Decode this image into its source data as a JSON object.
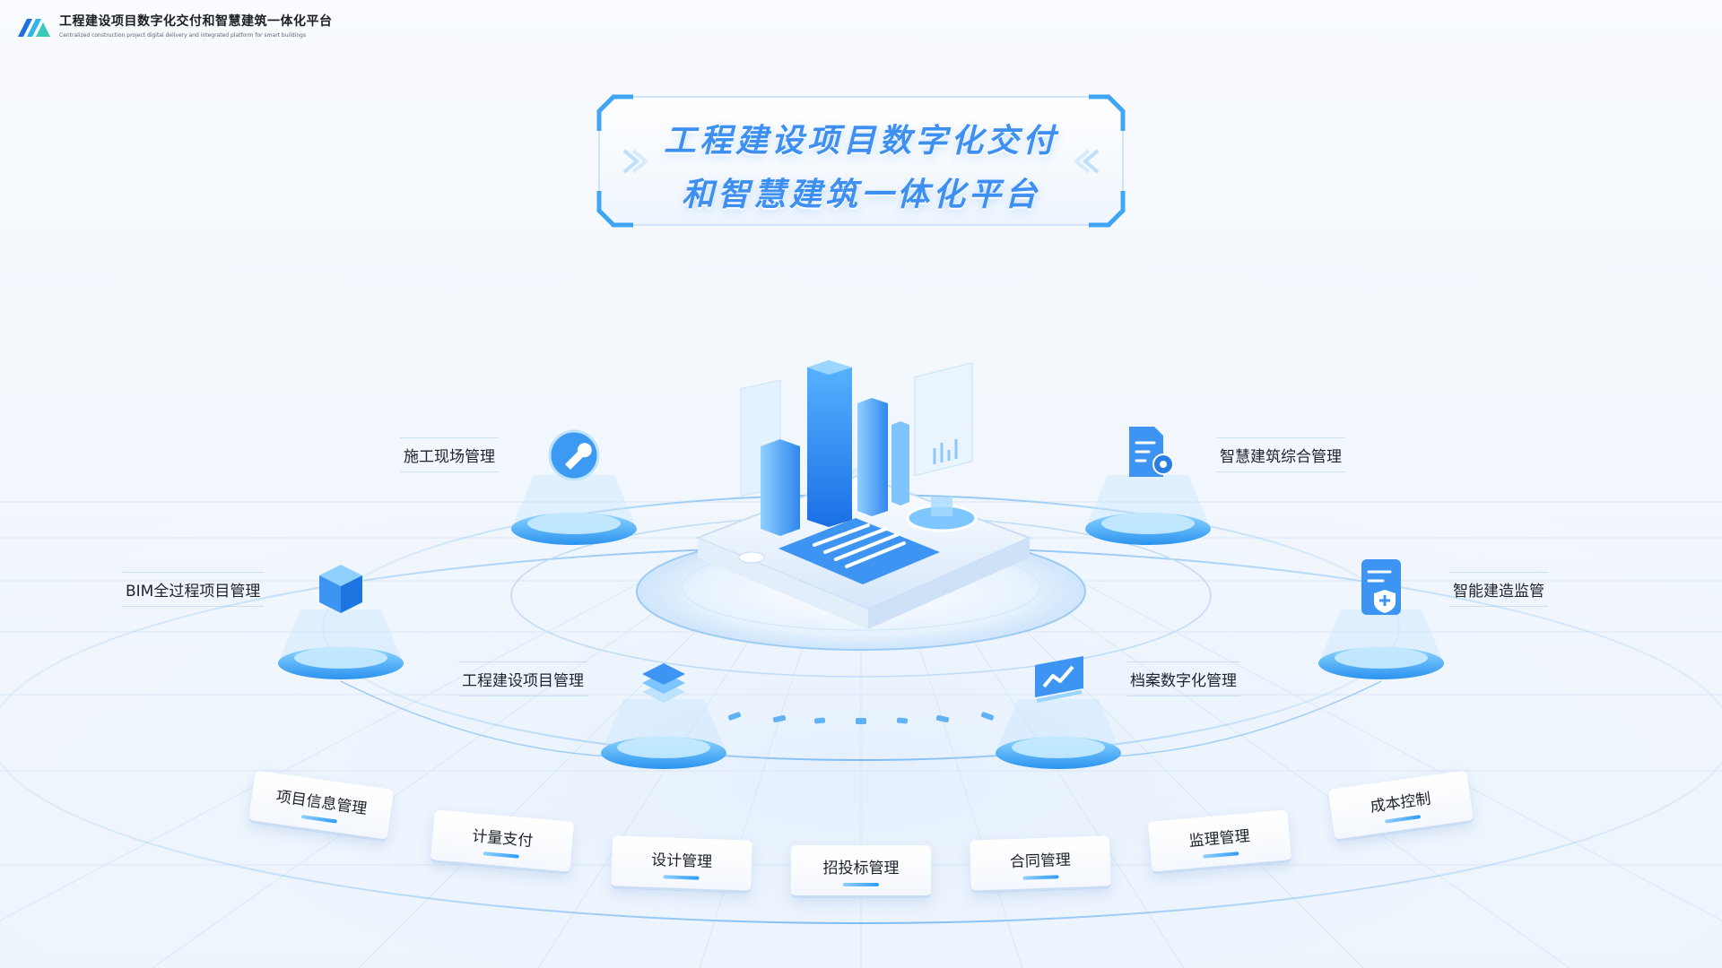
{
  "header": {
    "title": "工程建设项目数字化交付和智慧建筑一体化平台",
    "subtitle": "Centralized construction project digital delivery and integrated platform for smart buildings"
  },
  "hero": {
    "line1": "工程建设项目数字化交付",
    "line2": "和智慧建筑一体化平台"
  },
  "modules": {
    "construction_site": "施工现场管理",
    "smart_building": "智慧建筑综合管理",
    "bim": "BIM全过程项目管理",
    "intelligent_construction": "智能建造监管",
    "project_management": "工程建设项目管理",
    "archives": "档案数字化管理"
  },
  "cards": [
    "项目信息管理",
    "计量支付",
    "设计管理",
    "招投标管理",
    "合同管理",
    "监理管理",
    "成本控制"
  ],
  "colors": {
    "accent": "#3d8ff2",
    "accent_light": "#8fd0ff",
    "text": "#1e222b"
  },
  "icons": {
    "brand": "brand-logo-icon",
    "construction_site": "wrench-icon",
    "smart_building": "document-gear-icon",
    "bim": "cube-icon",
    "intelligent_construction": "shield-document-icon",
    "project_management": "layers-icon",
    "archives": "trend-chart-icon",
    "center": "city-buildings-icon"
  }
}
